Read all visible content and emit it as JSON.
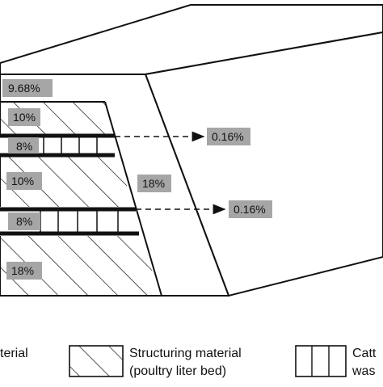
{
  "layer_labels": {
    "top": "9.68%",
    "structuring_1": "10%",
    "cattle_waste_1": "8%",
    "structuring_2": "10%",
    "cattle_waste_2": "8%",
    "structuring_bottom": "18%",
    "side_face": "18%"
  },
  "outflow_labels": {
    "upper": "0.16%",
    "lower": "0.16%"
  },
  "legend": {
    "item1_partial": "terial",
    "item2_line1": "Structuring material",
    "item2_line2": "(poultry liter bed)",
    "item3_line1": "Catt",
    "item3_line2": "was"
  },
  "colors": {
    "label_box_fill": "#a6a6a6",
    "stroke": "#111111",
    "background": "#ffffff"
  }
}
